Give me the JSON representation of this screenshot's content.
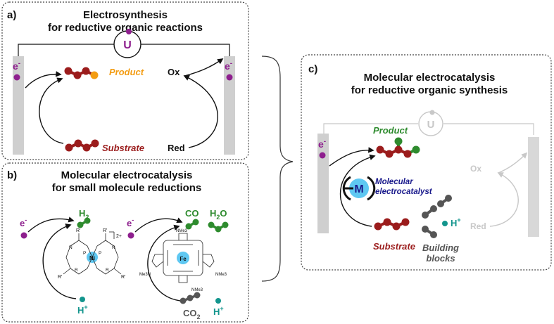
{
  "colors": {
    "purple": "#8e1f8e",
    "dark_red": "#9b1c1c",
    "orange": "#f39c12",
    "green": "#2e8b2e",
    "teal": "#13958d",
    "navy": "#1a1a8c",
    "grey_electrode": "#cfcfcf",
    "light_grey": "#c8c8c8",
    "dark_grey": "#555555",
    "light_blue": "#5fc8f2"
  },
  "panel_a": {
    "label": "a)",
    "title_line1": "Electrosynthesis",
    "title_line2": "for reductive organic reactions",
    "voltage_symbol": "U",
    "electron_left": "e",
    "electron_right": "e",
    "minus": "-",
    "product": "Product",
    "substrate": "Substrate",
    "ox": "Ox",
    "red": "Red"
  },
  "panel_b": {
    "label": "b)",
    "title_line1": "Molecular electrocatalysis",
    "title_line2": "for small molecule reductions",
    "left": {
      "electron": "e",
      "minus": "-",
      "h2_main": "H",
      "h2_sub": "2",
      "proton_main": "H",
      "proton_sup": "+",
      "metal": "Ni",
      "charge": "2+",
      "r": "R",
      "r_prime": "R'",
      "p": "P",
      "n": "N"
    },
    "right": {
      "electron": "e",
      "minus": "-",
      "co": "CO",
      "h2o_h": "H",
      "h2o_sub": "2",
      "h2o_o": "O",
      "co2_main": "CO",
      "co2_sub": "2",
      "proton_main": "H",
      "proton_sup": "+",
      "metal": "Fe",
      "nme3": "NMe3",
      "me3n": "Me3N"
    }
  },
  "panel_c": {
    "label": "c)",
    "title_line1": "Molecular electrocatalysis",
    "title_line2": "for reductive organic synthesis",
    "voltage_symbol": "U",
    "electron": "e",
    "minus": "-",
    "product": "Product",
    "catalyst_metal": "M",
    "catalyst_line1": "Molecular",
    "catalyst_line2": "electrocatalyst",
    "substrate": "Substrate",
    "building_line1": "Building",
    "building_line2": "blocks",
    "proton_main": "H",
    "proton_sup": "+",
    "ox": "Ox",
    "red": "Red"
  }
}
